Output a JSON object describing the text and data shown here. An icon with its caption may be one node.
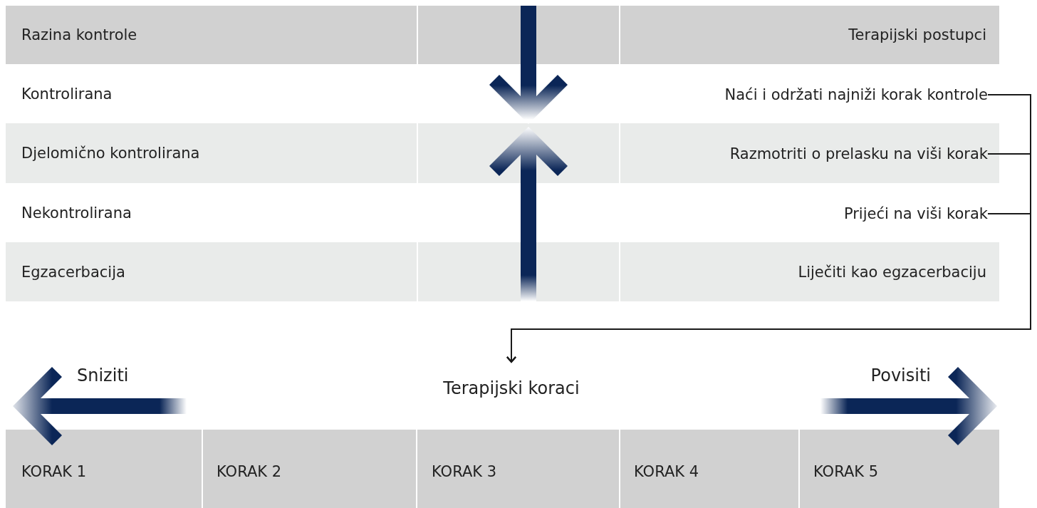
{
  "diagram": {
    "nodes": [
      {
        "text": [
          "Naći i održati najniži korak kontrole"
        ]
      },
      {
        "text": [
          "Razmotriti o prelasku na viši korak"
        ]
      },
      {
        "text": [
          "Prijeći na viši korak"
        ]
      },
      {
        "text": [
          "Terapijski koraci"
        ]
      }
    ],
    "edges": [
      {
        "from": 0,
        "to": 3,
        "arrow": "to"
      },
      {
        "from": 1,
        "to": 3,
        "arrow": "to"
      },
      {
        "from": 2,
        "to": 3,
        "arrow": "to"
      }
    ],
    "labels": [
      "Razina kontrole",
      "Terapijski postupci",
      "Kontrolirana",
      "Djelomično kontrolirana",
      "Nekontrolirana",
      "Egzacerbacija",
      "Liječiti kao egzacerbaciju",
      "Sniziti",
      "Povisiti",
      "KORAK 1",
      "KORAK 2",
      "KORAK 3",
      "KORAK 4",
      "KORAK 5"
    ]
  }
}
